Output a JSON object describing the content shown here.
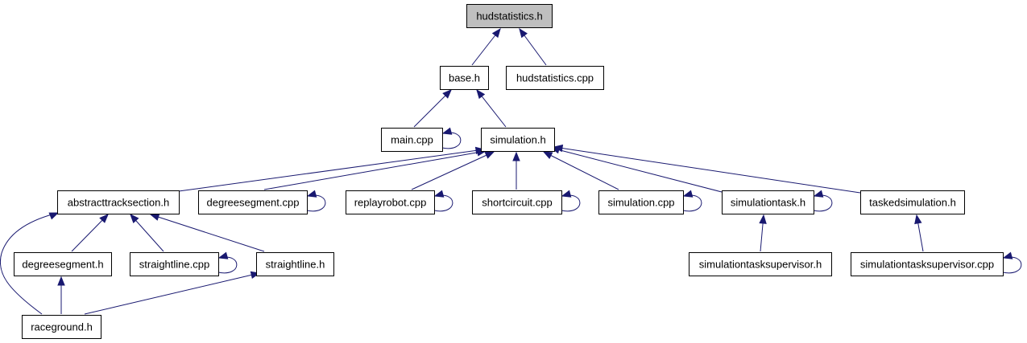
{
  "colors": {
    "edge": "#191970",
    "highlight_fill": "#bfbfbf",
    "node_border": "#000000",
    "node_fill": "#ffffff"
  },
  "nodes": {
    "hudstatistics_h": "hudstatistics.h",
    "base_h": "base.h",
    "hudstatistics_cpp": "hudstatistics.cpp",
    "main_cpp": "main.cpp",
    "simulation_h": "simulation.h",
    "abstracttracksection_h": "abstracttracksection.h",
    "degreesegment_cpp": "degreesegment.cpp",
    "replayrobot_cpp": "replayrobot.cpp",
    "shortcircuit_cpp": "shortcircuit.cpp",
    "simulation_cpp": "simulation.cpp",
    "simulationtask_h": "simulationtask.h",
    "taskedsimulation_h": "taskedsimulation.h",
    "degreesegment_h": "degreesegment.h",
    "straightline_cpp": "straightline.cpp",
    "straightline_h": "straightline.h",
    "simulationtasksupervisor_h": "simulationtasksupervisor.h",
    "simulationtasksupervisor_cpp": "simulationtasksupervisor.cpp",
    "raceground_h": "raceground.h"
  }
}
